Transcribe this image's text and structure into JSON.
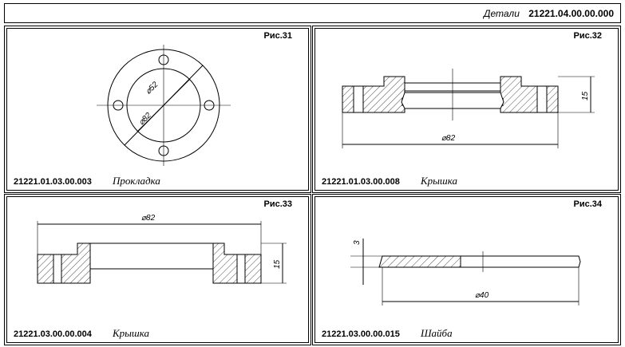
{
  "header": {
    "label": "Детали",
    "code": "21221.04.00.00.000"
  },
  "panels": [
    {
      "fig": "Рис.31",
      "code": "21221.01.03.00.003",
      "name": "Прокладка",
      "dims": [
        "⌀52",
        "⌀82"
      ]
    },
    {
      "fig": "Рис.32",
      "code": "21221.01.03.00.008",
      "name": "Крышка",
      "dims": [
        "⌀82",
        "15"
      ]
    },
    {
      "fig": "Рис.33",
      "code": "21221.03.00.00.004",
      "name": "Крышка",
      "dims": [
        "⌀82",
        "15"
      ]
    },
    {
      "fig": "Рис.34",
      "code": "21221.03.00.00.015",
      "name": "Шайба",
      "dims": [
        "3",
        "⌀40"
      ]
    }
  ]
}
